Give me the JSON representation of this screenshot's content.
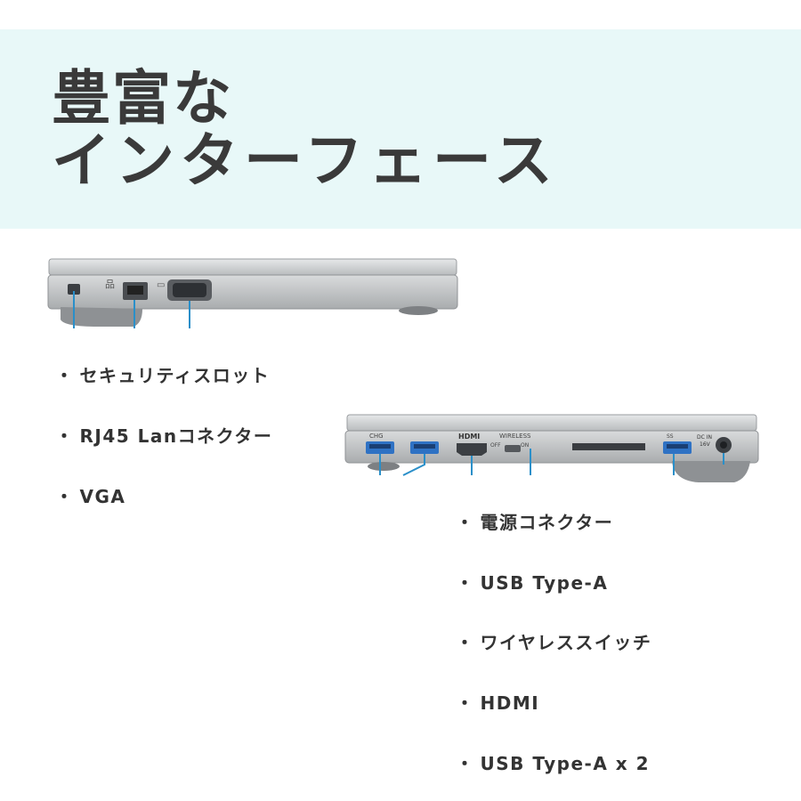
{
  "title": {
    "line1": "豊富な",
    "line2": "インターフェース"
  },
  "left_side": {
    "port_labels": {
      "lan_icon": "品",
      "vga_icon": "▭"
    },
    "features": [
      "セキュリティスロット",
      "RJ45 Lanコネクター",
      "VGA"
    ]
  },
  "right_side": {
    "port_labels": {
      "usb_chg": "CHG",
      "hdmi": "HDMI",
      "wireless": "WIRELESS",
      "off": "OFF",
      "on": "ON",
      "dc_in": "DC IN",
      "dc_v": "16V"
    },
    "features": [
      "電源コネクター",
      "USB Type-A",
      "ワイヤレススイッチ",
      "HDMI",
      "USB Type-A x 2"
    ]
  },
  "bullet": "・",
  "colors": {
    "banner": "#e8f8f8",
    "callout": "#2a8fc9",
    "chassis": "#c9cbcd"
  }
}
